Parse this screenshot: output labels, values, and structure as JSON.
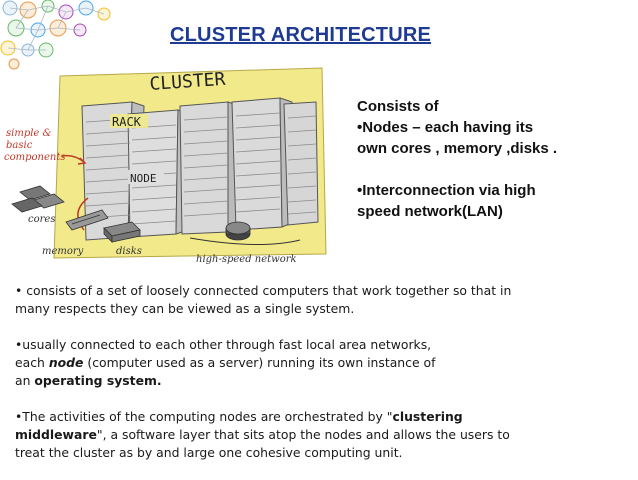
{
  "title": "CLUSTER ARCHITECTURE",
  "illustration": {
    "labels": {
      "cluster": "CLUSTER",
      "rack": "RACK",
      "node": "NODE",
      "simple": "simple &",
      "basic": "basic",
      "components": "components",
      "cores": "cores",
      "memory": "memory",
      "disks": "disks",
      "network": "high-speed network"
    }
  },
  "bullets": {
    "heading": "Consists of",
    "item1_line1": "•Nodes – each having its",
    "item1_line2": "own cores , memory ,disks .",
    "item2_line1": "•Interconnection via high",
    "item2_line2": "speed network(LAN)"
  },
  "body": {
    "p1_line1": "• consists of a set of loosely connected computers that work together so that in",
    "p1_line2": "many respects they can be viewed as a single system.",
    "p2_line1": "•usually connected to each other through fast local area networks,",
    "p2_line2_a": "each ",
    "p2_line2_node": "node",
    "p2_line2_b": " (computer used as a server) running its own instance of",
    "p2_line3_a": "an ",
    "p2_line3_os": "operating system.",
    "p3_line1_a": "•The activities of the computing nodes are orchestrated by \"",
    "p3_line1_cm": "clustering",
    "p3_line2_cm": "middleware",
    "p3_line2_b": "\", a software layer that sits atop the nodes and allows the users to",
    "p3_line3": "treat the cluster as by and large one cohesive computing unit."
  },
  "colors": {
    "title": "#1f3a93",
    "rack_panel": "#f1e98a",
    "rack_body": "#dcdcdc",
    "annotation_red": "#c0392b"
  }
}
